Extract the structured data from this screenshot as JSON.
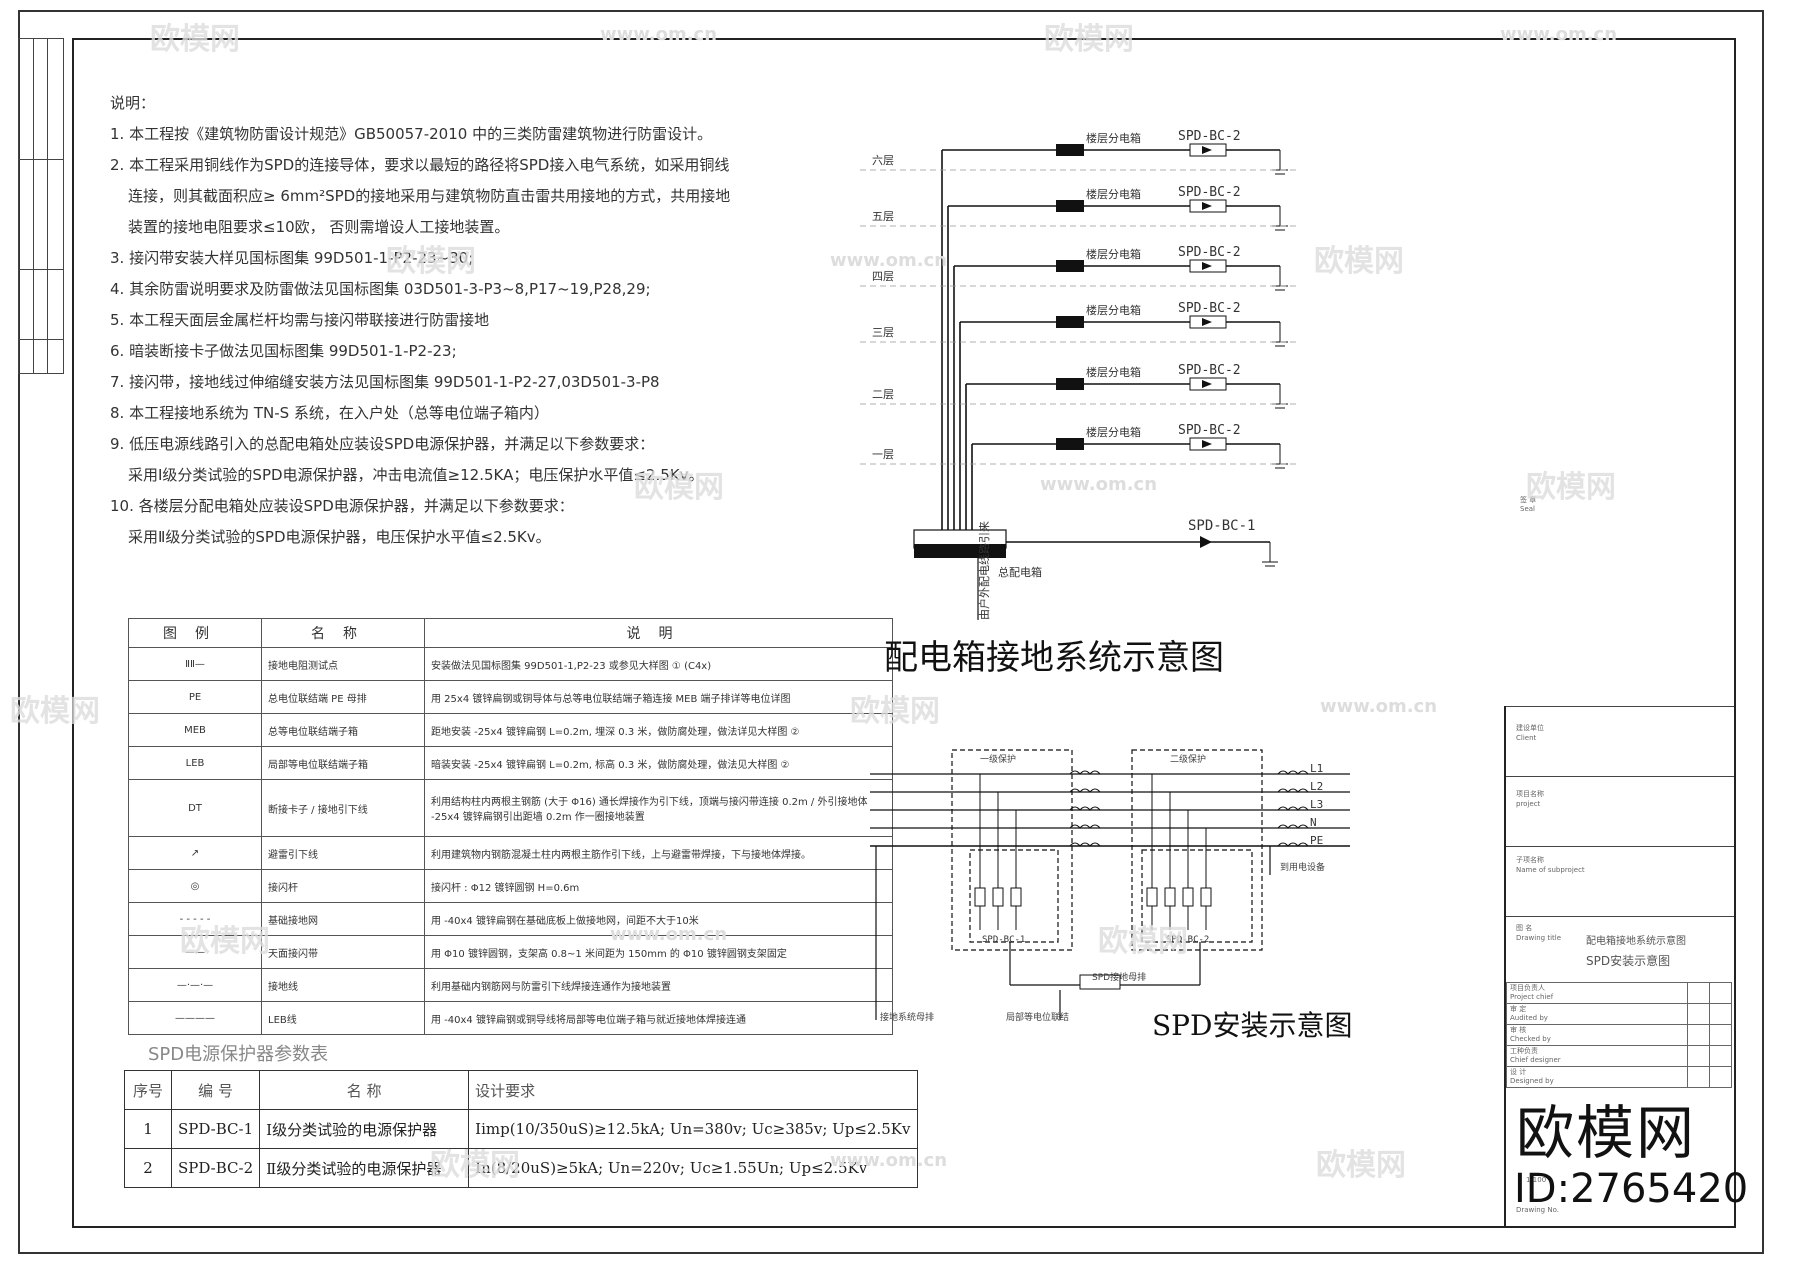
{
  "notes": {
    "heading": "说明：",
    "items": [
      "1. 本工程按《建筑物防雷设计规范》GB50057-2010  中的三类防雷建筑物进行防雷设计。",
      "2. 本工程采用铜线作为SPD的连接导体，要求以最短的路径将SPD接入电气系统，如采用铜线",
      "连接，则其截面积应≥     6mm²SPD的接地采用与建筑物防直击雷共用接地的方式，共用接地",
      "装置的接地电阻要求≤10欧，        否则需增设人工接地装置。",
      "3. 接闪带安装大样见国标图集         99D501-1-P2-23~30;",
      "4. 其余防雷说明要求及防雷做法见国标图集         03D501-3-P3~8,P17~19,P28,29;",
      "5. 本工程天面层金属栏杆均需与接闪带联接进行防雷接地",
      "6. 暗装断接卡子做法见国标图集          99D501-1-P2-23;",
      "7. 接闪带，接地线过伸缩缝安装方法见国标图集           99D501-1-P2-27,03D501-3-P8",
      "8. 本工程接地系统为       TN-S  系统，在入户处（总等电位端子箱内）",
      "9. 低压电源线路引入的总配电箱处应装设SPD电源保护器，并满足以下参数要求：",
      "采用Ⅰ级分类试验的SPD电源保护器，冲击电流值≥12.5KA；电压保护水平值≤2.5Kv。",
      "10. 各楼层分配电箱处应装设SPD电源保护器，并满足以下参数要求：",
      "采用Ⅱ级分类试验的SPD电源保护器，电压保护水平值≤2.5Kv。"
    ]
  },
  "legend": {
    "headers": [
      "图例",
      "名称",
      "说明"
    ],
    "rows": [
      {
        "symbol": "ⅡⅡ—",
        "name": "接地电阻测试点",
        "desc": "安装做法见国标图集        99D501-1,P2-23 或参见大样图        ① (C4x)"
      },
      {
        "symbol": "PE",
        "name": "总电位联结端    PE 母排",
        "desc": "用 25x4 镀锌扁钢或铜导体与总等电位联结端子箱连接          MEB 端子排详等电位详图"
      },
      {
        "symbol": "MEB",
        "name": "总等电位联结端子箱",
        "desc": "距地安装   -25x4 镀锌扁钢     L=0.2m, 埋深  0.3 米，做防腐处理，做法详见大样图      ②"
      },
      {
        "symbol": "LEB",
        "name": "局部等电位联结端子箱",
        "desc": "暗装安装   -25x4 镀锌扁钢     L=0.2m, 标高  0.3 米，做防腐处理，做法见大样图      ②"
      },
      {
        "symbol": "DT",
        "name": "断接卡子 / 接地引下线",
        "desc": "利用结构柱内两根主钢筋      (大于  Φ16) 通长焊接作为引下线，顶端与接闪带连接     0.2m / 外引接地体   -25x4 镀锌扁钢引出距墙     0.2m 作一圈接地装置"
      },
      {
        "symbol": "↗",
        "name": "避雷引下线",
        "desc": "利用建筑物内钢筋混凝土柱内两根主筋作引下线，上与避雷带焊接，下与接地体焊接。"
      },
      {
        "symbol": "◎",
        "name": "接闪杆",
        "desc": "接闪杆      : Φ12 镀锌圆钢    H=0.6m"
      },
      {
        "symbol": "- - - - -",
        "name": "基础接地网",
        "desc": "用 -40x4 镀锌扁钢在基础底板上做接地网，间距不大于10米"
      },
      {
        "symbol": "——",
        "name": "天面接闪带",
        "desc": "用 Φ10 镀锌圆钢，支架高    0.8~1 米间距为    150mm 的 Φ10 镀锌圆钢支架固定"
      },
      {
        "symbol": "—·—·—",
        "name": "接地线",
        "desc": "利用基础内钢筋网与防雷引下线焊接连通作为接地装置"
      },
      {
        "symbol": "————",
        "name": "LEB线",
        "desc": "用 -40x4 镀锌扁钢或铜导线将局部等电位端子箱与就近接地体焊接连通"
      }
    ]
  },
  "spd_table": {
    "caption": "SPD电源保护器参数表",
    "headers": [
      "序号",
      "编  号",
      "名  称",
      "设计要求"
    ],
    "rows": [
      {
        "no": "1",
        "code": "SPD-BC-1",
        "name": "Ⅰ级分类试验的电源保护器",
        "req": "Iimp(10/350uS)≥12.5kA; Un=380v; Uc≥385v; Up≤2.5Kv"
      },
      {
        "no": "2",
        "code": "SPD-BC-2",
        "name": "Ⅱ级分类试验的电源保护器",
        "req": "In(8/20uS)≥5kA; Un=220v; Uc≥1.55Un; Up≤2.5Kv"
      }
    ]
  },
  "grounding_diagram": {
    "title": "配电箱接地系统示意图",
    "floors": [
      "六层",
      "五层",
      "四层",
      "三层",
      "二层",
      "一层"
    ],
    "box_label": "楼层分电箱",
    "spd_label": "SPD-BC-2",
    "main_spd_label": "SPD-BC-1",
    "main_box_label": "总配电箱",
    "lead_label": "由户外配电线路引来"
  },
  "spd_install": {
    "title": "SPD安装示意图",
    "labels": [
      "L1",
      "L2",
      "L3",
      "N",
      "PE"
    ],
    "left_box": "一级保护",
    "right_box": "二级保护",
    "spd1": "SPD-BC-1",
    "spd2": "SPD-BC-2",
    "ground1": "接地系统母排",
    "ground2": "局部等电位联结",
    "spd_box": "SPD接地母排",
    "to_load": "到用电设备"
  },
  "title_block": {
    "client": [
      "建设单位",
      "Client"
    ],
    "project": [
      "项目名称",
      "project"
    ],
    "subproject": [
      "子项名称",
      "Name of subproject"
    ],
    "drawing_title_label": "图  名",
    "drawing_title_en": "Drawing title",
    "drawing_title": "配电箱接地系统示意图",
    "drawing_title_2": "SPD安装示意图",
    "roles": [
      [
        "项目负责人",
        "Project chief"
      ],
      [
        "审  定",
        "Audited by"
      ],
      [
        "审  核",
        "Checked by"
      ],
      [
        "工种负责",
        "Chief designer"
      ],
      [
        "设  计",
        "Designed by"
      ]
    ],
    "scale": "1:100",
    "seal": [
      "签  章",
      "Seal"
    ],
    "drawing_no": "Drawing No."
  },
  "watermarks": {
    "brand": "欧模网",
    "url": "www.om.cn",
    "id": "ID:2765420"
  }
}
